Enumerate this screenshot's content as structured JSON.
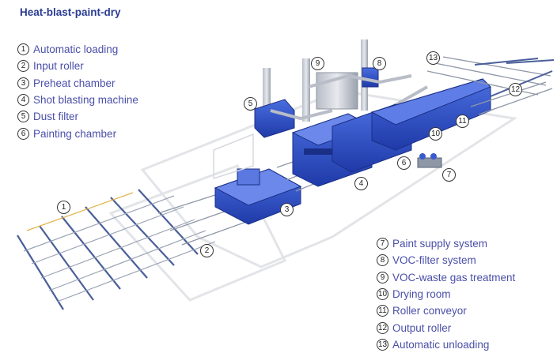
{
  "title": "Heat-blast-paint-dry",
  "legend_left": [
    {
      "num": "1",
      "label": "Automatic loading"
    },
    {
      "num": "2",
      "label": "Input roller"
    },
    {
      "num": "3",
      "label": "Preheat chamber"
    },
    {
      "num": "4",
      "label": "Shot blasting machine"
    },
    {
      "num": "5",
      "label": "Dust filter"
    },
    {
      "num": "6",
      "label": "Painting chamber"
    }
  ],
  "legend_right": [
    {
      "num": "7",
      "label": "Paint supply system"
    },
    {
      "num": "8",
      "label": "VOC-filter system"
    },
    {
      "num": "9",
      "label": "VOC-waste gas treatment"
    },
    {
      "num": "10",
      "label": "Drying room"
    },
    {
      "num": "11",
      "label": "Roller conveyor"
    },
    {
      "num": "12",
      "label": "Output roller"
    },
    {
      "num": "13",
      "label": "Automatic unloading"
    }
  ],
  "callouts": [
    "1",
    "2",
    "3",
    "4",
    "5",
    "6",
    "7",
    "8",
    "9",
    "10",
    "11",
    "12",
    "13"
  ],
  "colors": {
    "title": "#2a3c93",
    "legend_text": "#4a4fa8",
    "machine_blue": "#2f4fc9",
    "steel": "#8e97a6",
    "floor_outline": "#e4e6ea"
  }
}
